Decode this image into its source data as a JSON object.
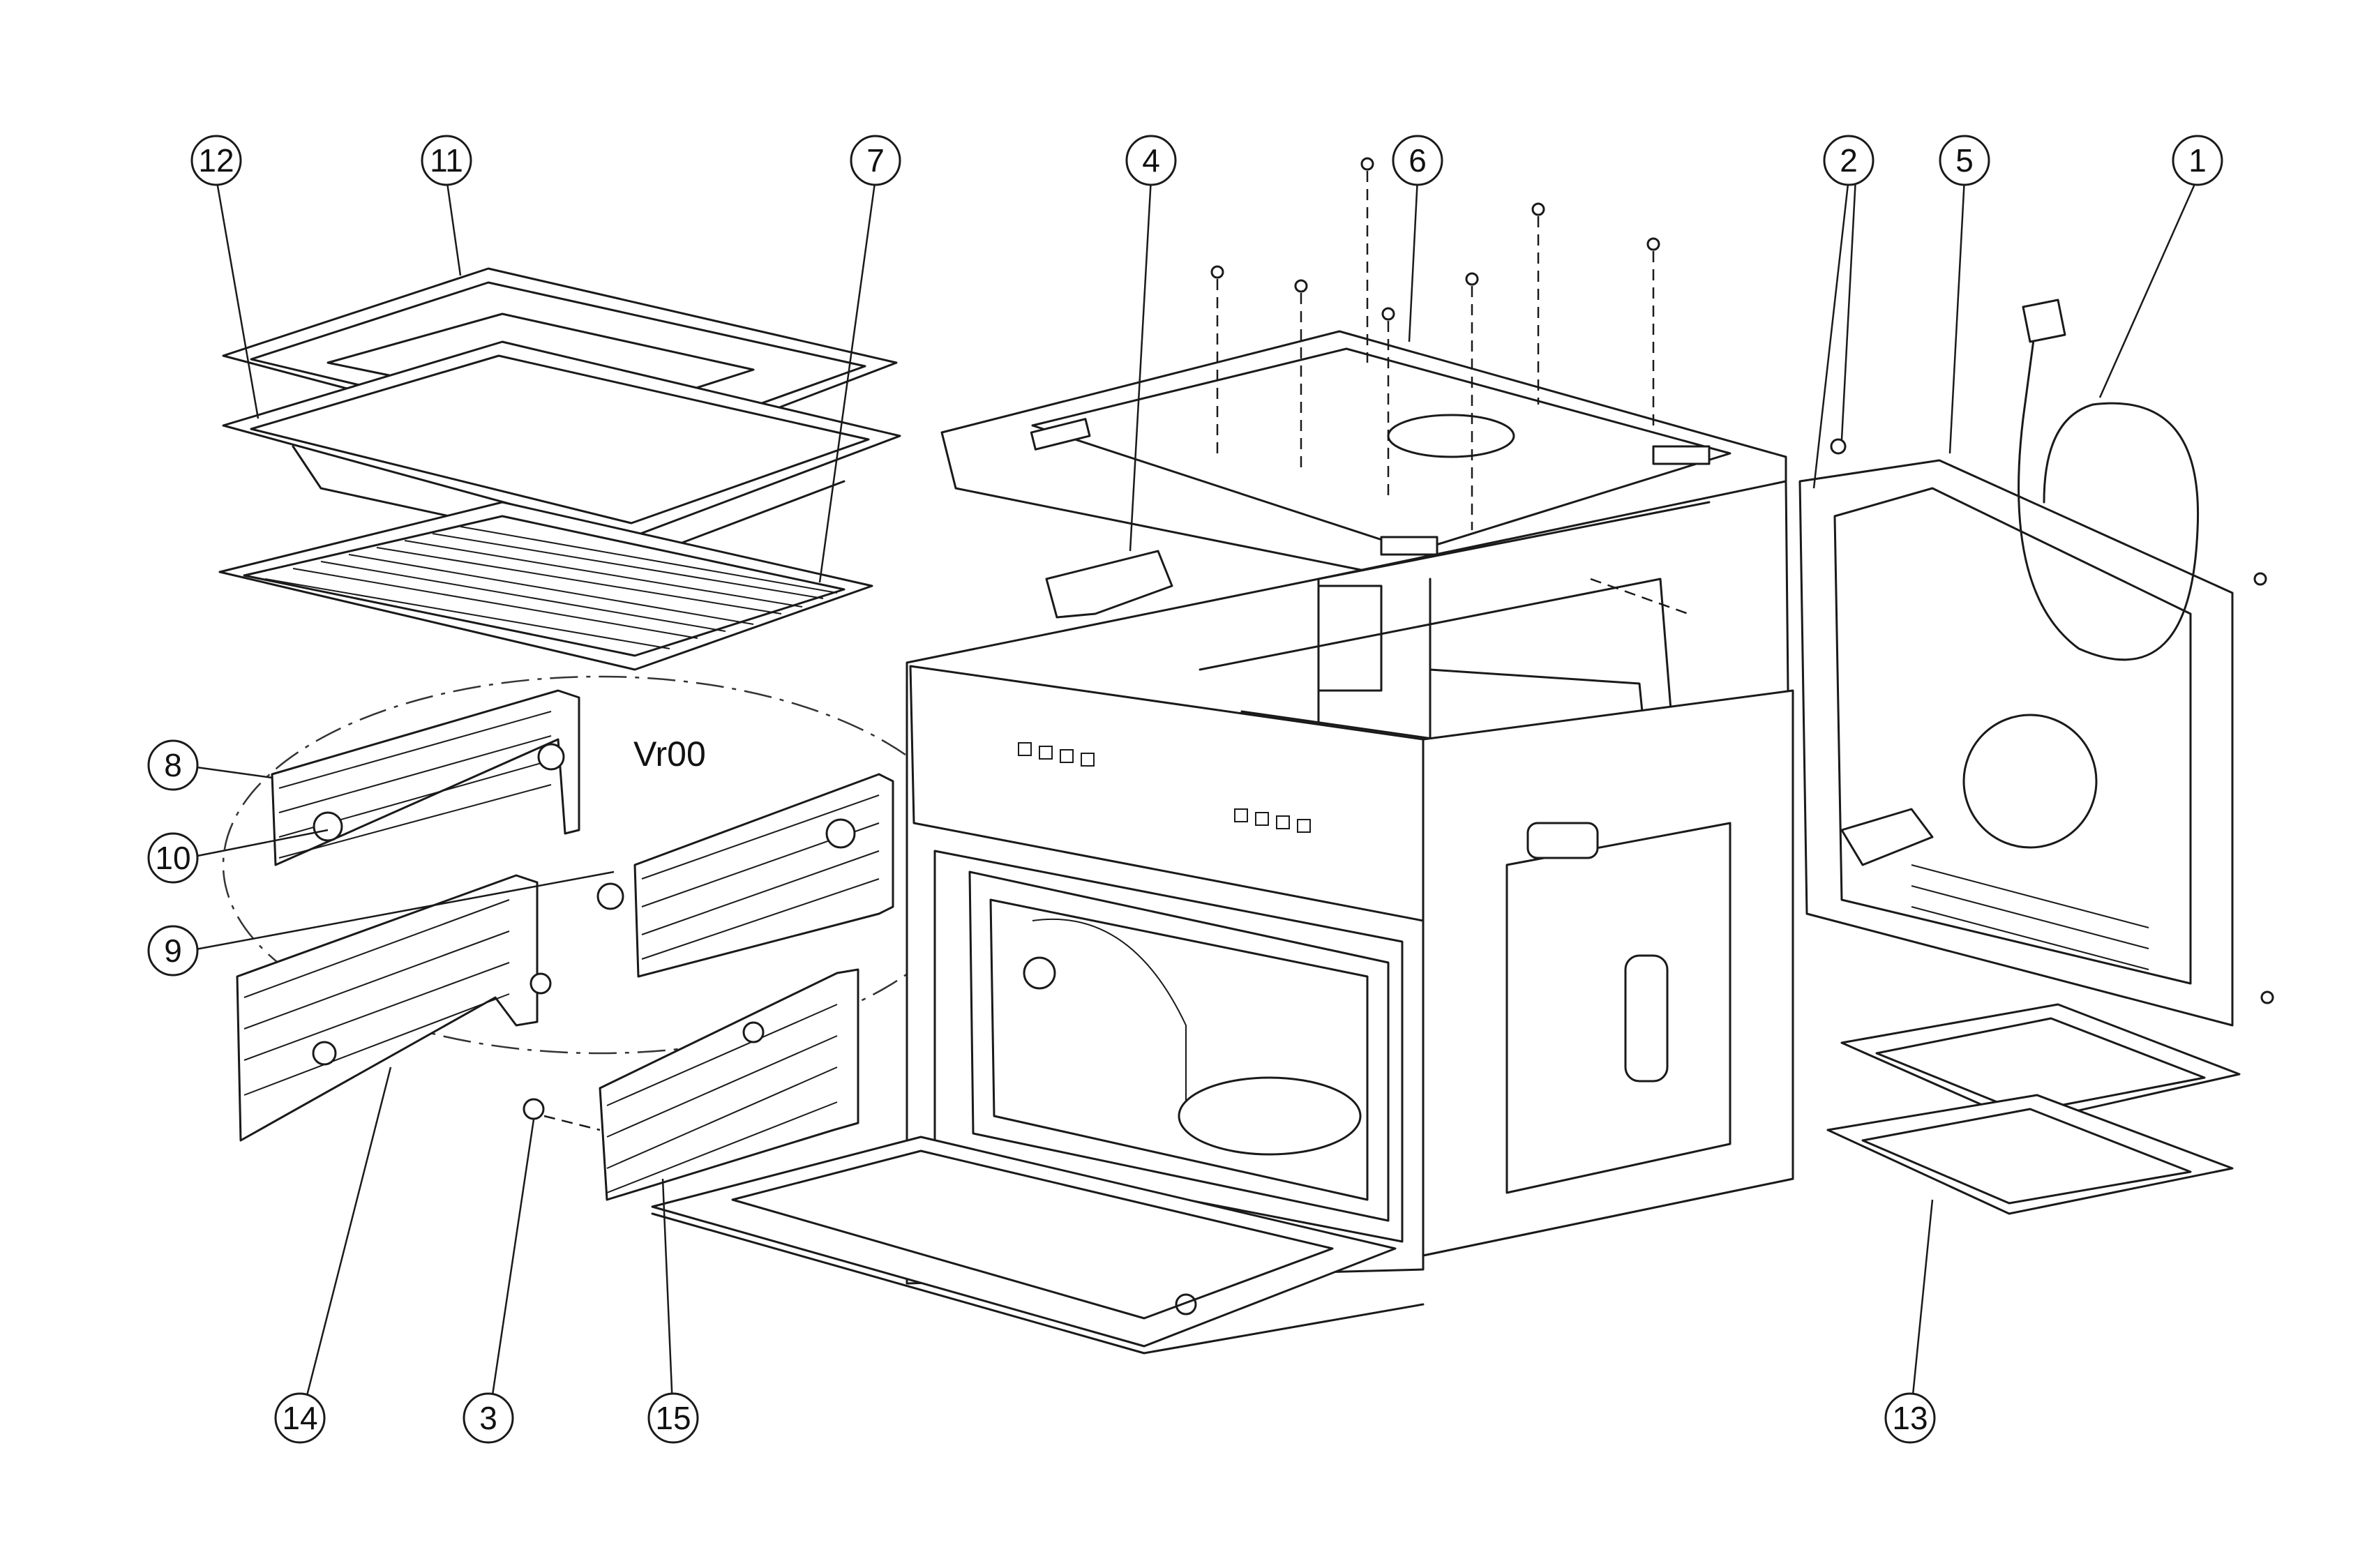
{
  "variant_label": "Vr00",
  "callouts": {
    "c1": "1",
    "c2": "2",
    "c3": "3",
    "c4": "4",
    "c5": "5",
    "c6": "6",
    "c7": "7",
    "c8": "8",
    "c9": "9",
    "c10": "10",
    "c11": "11",
    "c12": "12",
    "c13": "13",
    "c14": "14",
    "c15": "15"
  }
}
